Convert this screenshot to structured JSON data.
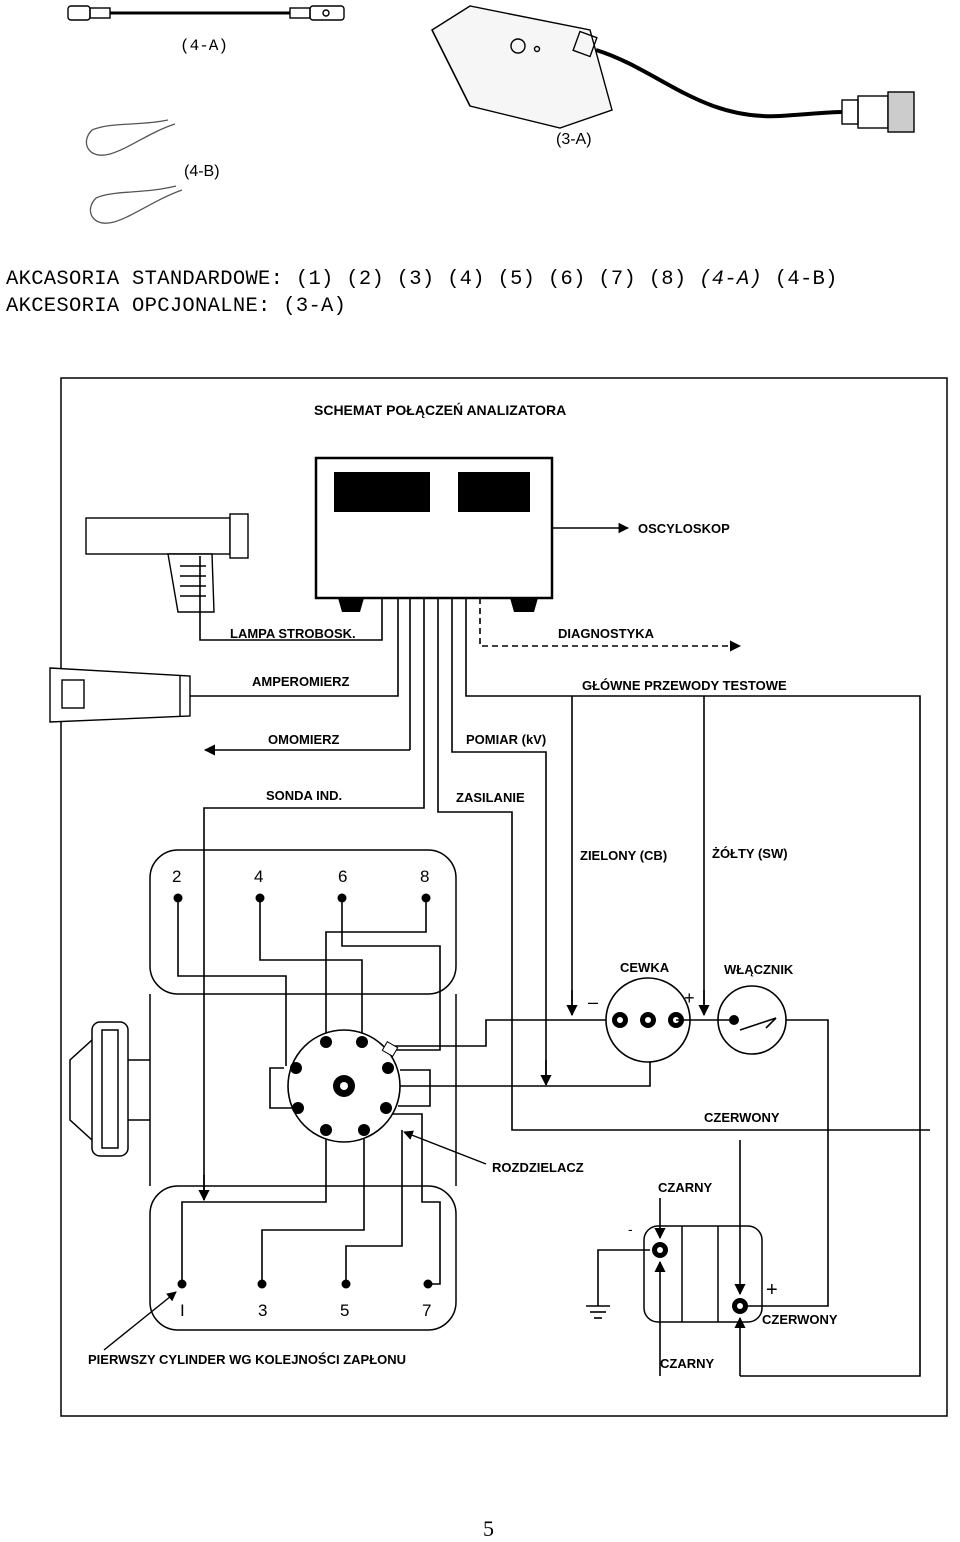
{
  "photo_labels": {
    "a4": "(4-A)",
    "b4": "(4-B)",
    "a3": "(3-A)"
  },
  "accessories": {
    "standard_prefix": "AKCASORIA STANDARDOWE: (1) (2) (3) (4) (5) (6) (7) (8) ",
    "standard_italic": "(4-A)",
    "standard_suffix": " (4-B)",
    "optional": "AKCESORIA OPCJONALNE: (3-A)"
  },
  "diagram": {
    "title": "SCHEMAT POŁĄCZEŃ ANALIZATORA",
    "oscyloskop": "OSCYLOSKOP",
    "lampa": "LAMPA STROBOSK.",
    "diagnostyka": "DIAGNOSTYKA",
    "amperomierz": "AMPEROMIERZ",
    "glowne": "GŁÓWNE PRZEWODY TESTOWE",
    "omomierz": "OMOMIERZ",
    "pomiar": "POMIAR (kV)",
    "sonda": "SONDA IND.",
    "zasilanie": "ZASILANIE",
    "zielony": "ZIELONY (CB)",
    "zolty": "ŻÓŁTY (SW)",
    "cewka": "CEWKA",
    "wlacznik": "WŁĄCZNIK",
    "czerwony1": "CZERWONY",
    "rozdzielacz": "ROZDZIELACZ",
    "czarny1": "CZARNY",
    "czerwony2": "CZERWONY",
    "czarny2": "CZARNY",
    "pierwszy": "PIERWSZY CYLINDER WG KOLEJNOŚCI ZAPŁONU",
    "minus_sign": "–",
    "plus_sign": "+",
    "minus_small": "-",
    "plus_batt": "+",
    "cyl_top": [
      "2",
      "4",
      "6",
      "8"
    ],
    "cyl_bottom": [
      "I",
      "3",
      "5",
      "7"
    ]
  },
  "page_number": "5"
}
